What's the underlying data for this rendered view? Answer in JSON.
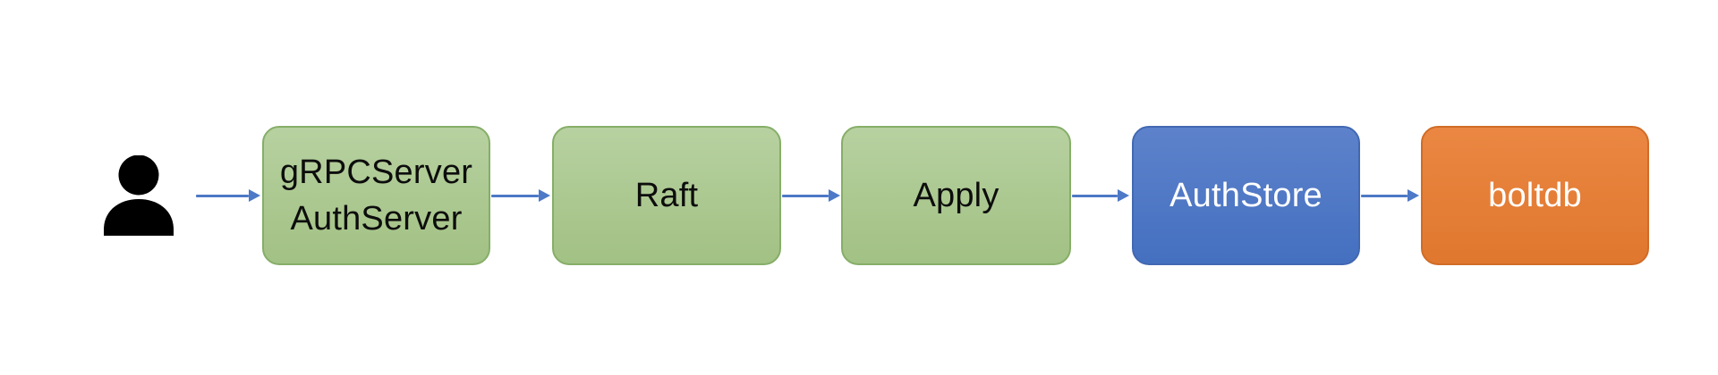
{
  "diagram": {
    "background_color": "#ffffff",
    "arrow_color": "#4d79c7",
    "actor": {
      "icon": "user-silhouette",
      "color": "#000000"
    },
    "nodes": [
      {
        "id": "grpcserver-authserver",
        "lines": [
          "gRPCServer",
          "AuthServer"
        ],
        "fill_gradient": [
          "#b7d1a0",
          "#a2c184"
        ],
        "border_color": "#86ae68",
        "text_color": "#0d0d0d"
      },
      {
        "id": "raft",
        "lines": [
          "Raft"
        ],
        "fill_gradient": [
          "#b7d1a0",
          "#a2c184"
        ],
        "border_color": "#86ae68",
        "text_color": "#0d0d0d"
      },
      {
        "id": "apply",
        "lines": [
          "Apply"
        ],
        "fill_gradient": [
          "#b7d1a0",
          "#a2c184"
        ],
        "border_color": "#86ae68",
        "text_color": "#0d0d0d"
      },
      {
        "id": "authstore",
        "lines": [
          "AuthStore"
        ],
        "fill_gradient": [
          "#5d82cb",
          "#4470c0"
        ],
        "border_color": "#4268b2",
        "text_color": "#ffffff"
      },
      {
        "id": "boltdb",
        "lines": [
          "boltdb"
        ],
        "fill_gradient": [
          "#ea8742",
          "#e0772e"
        ],
        "border_color": "#d06c27",
        "text_color": "#ffffff"
      }
    ],
    "connections": [
      {
        "from": "user",
        "to": "grpcserver-authserver"
      },
      {
        "from": "grpcserver-authserver",
        "to": "raft"
      },
      {
        "from": "raft",
        "to": "apply"
      },
      {
        "from": "apply",
        "to": "authstore"
      },
      {
        "from": "authstore",
        "to": "boltdb"
      }
    ]
  }
}
